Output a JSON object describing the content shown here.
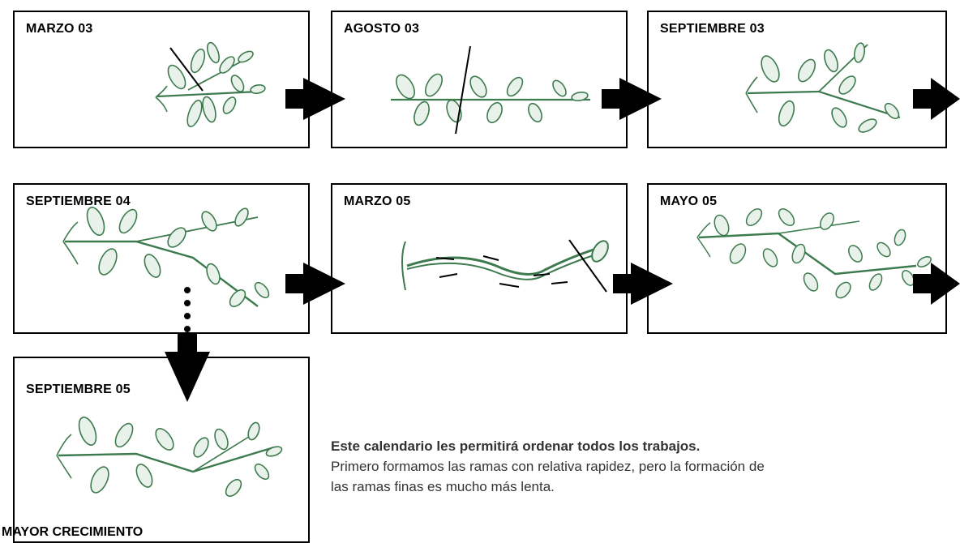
{
  "panels": [
    {
      "id": "p1",
      "label": "MARZO 03"
    },
    {
      "id": "p2",
      "label": "AGOSTO 03"
    },
    {
      "id": "p3",
      "label": "SEPTIEMBRE 03"
    },
    {
      "id": "p4",
      "label": "SEPTIEMBRE 04"
    },
    {
      "id": "p5",
      "label": "MARZO 05"
    },
    {
      "id": "p6",
      "label": "MAYO 05"
    },
    {
      "id": "p7",
      "label": "SEPTIEMBRE 05"
    }
  ],
  "footer_label": "MAYOR CRECIMIENTO",
  "caption": {
    "lead": "Este calendario les permitirá ordenar todos los trabajos.",
    "body": "Primero formamos las ramas con relativa rapidez, pero la formación de las ramas finas es mucho más lenta."
  },
  "colors": {
    "plant_stroke": "#3d7a4e",
    "plant_fill": "#e9f2ea",
    "border": "#000000",
    "caption_text": "#333333"
  },
  "icons": [
    "arrow-right-icon",
    "arrow-down-icon",
    "dotted-line-icon",
    "branch-illustration"
  ]
}
